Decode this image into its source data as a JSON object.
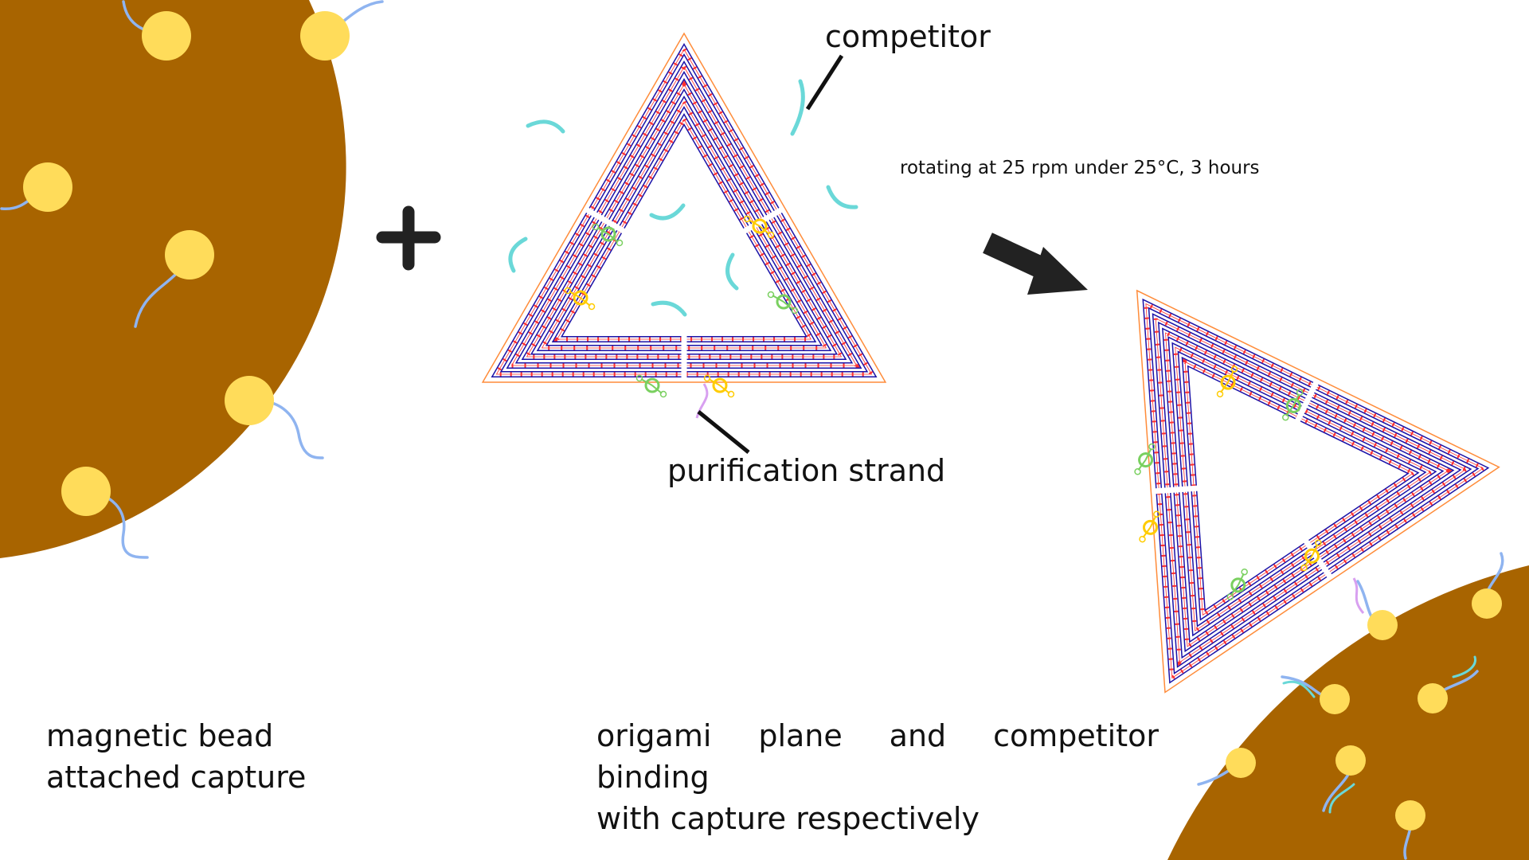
{
  "labels": {
    "competitor": "competitor",
    "purification_strand": "purification strand",
    "condition": "rotating at 25 rpm under 25°C, 3 hours",
    "bead_line1": "magnetic bead",
    "bead_line2": "attached capture",
    "binding_line1": "origami plane and competitor binding",
    "binding_line2": "with capture respectively"
  },
  "colors": {
    "bead": "#a86400",
    "capture_dot": "#ffdc5a",
    "capture_strand": "#8fb4f0",
    "competitor": "#6ad8d8",
    "scaffold": "#1a12a8",
    "staple": "#ff3030",
    "outline": "#ff8c3a",
    "aptamer_green": "#7ad060",
    "aptamer_yellow": "#ffcc00",
    "purification": "#d8a0f0"
  },
  "icons": {
    "plus": "plus-icon",
    "arrow": "arrow-right-down-icon"
  }
}
